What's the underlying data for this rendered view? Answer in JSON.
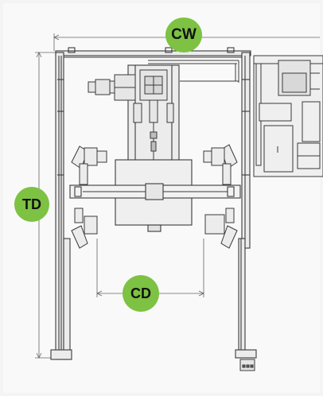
{
  "labels": {
    "cw": "CW",
    "td": "TD",
    "cd": "CD"
  },
  "colors": {
    "badge": "#7dc242",
    "line": "#3a3a3a",
    "fill": "#ececec",
    "background": "#f4f4f4"
  }
}
